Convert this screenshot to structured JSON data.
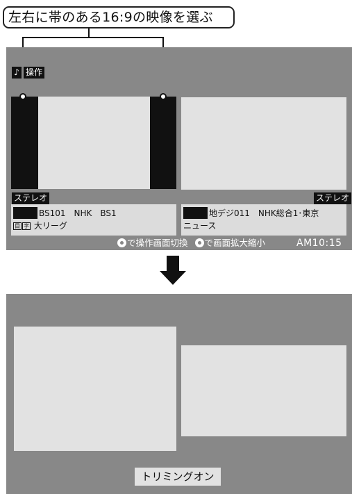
{
  "callout": {
    "text": "左右に帯のある16:9の映像を選ぶ"
  },
  "top_screen": {
    "mode_icon": "♪",
    "mode_label": "操作",
    "left_panel": {
      "audio": "ステレオ",
      "channel": "BS101　NHK　BS1",
      "program": "大リーグ",
      "epg_icons": [
        "目",
        "字"
      ]
    },
    "right_panel": {
      "audio": "ステレオ",
      "channel": "地デジ011　NHK総合1･東京",
      "program": "ニュース"
    },
    "status": {
      "switch_hint": "で操作画面切換",
      "zoom_hint": "で画面拡大縮小",
      "clock": "AM10:15"
    }
  },
  "bottom_screen": {
    "trim_label": "トリミングオン"
  },
  "colors": {
    "screen_bg": "#888888",
    "panel_bg": "#e2e2e2",
    "bar": "#111111"
  }
}
